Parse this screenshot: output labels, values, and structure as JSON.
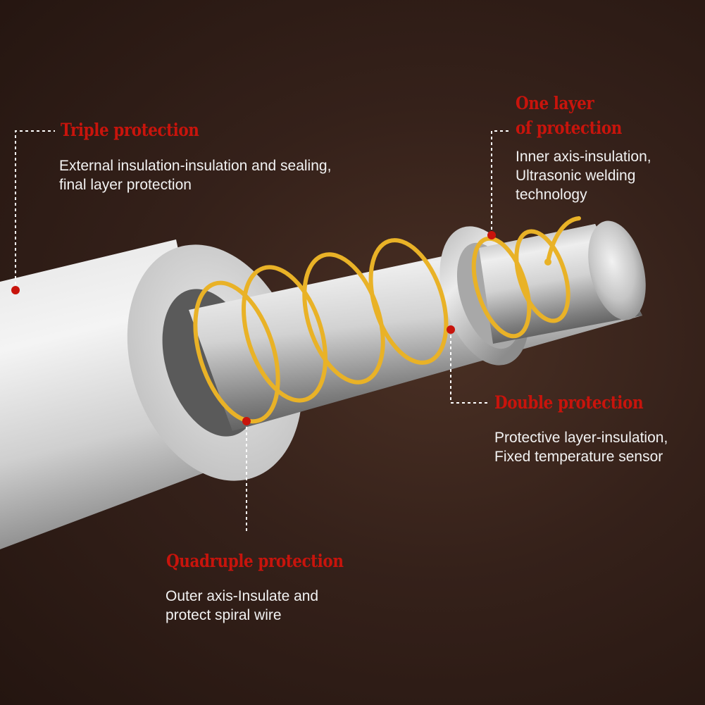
{
  "colors": {
    "background": "#2e1c15",
    "title": "#c8140c",
    "body_text": "#f2f2f2",
    "leader_line": "#ffffff",
    "marker_dot": "#c8140c",
    "spiral_wire": "#e9b227",
    "insulation": "#d9d9d9"
  },
  "callouts": {
    "triple": {
      "title": "Triple protection",
      "lines": [
        "External insulation-insulation and sealing,",
        "final layer protection"
      ]
    },
    "one_layer": {
      "title_lines": [
        "One layer",
        "of protection"
      ],
      "lines": [
        "Inner axis-insulation,",
        "Ultrasonic welding",
        "technology"
      ]
    },
    "double": {
      "title": "Double protection",
      "lines": [
        "Protective layer-insulation,",
        "Fixed temperature sensor"
      ]
    },
    "quadruple": {
      "title": "Quadruple protection",
      "lines": [
        "Outer axis-Insulate and",
        "protect spiral wire"
      ]
    }
  }
}
